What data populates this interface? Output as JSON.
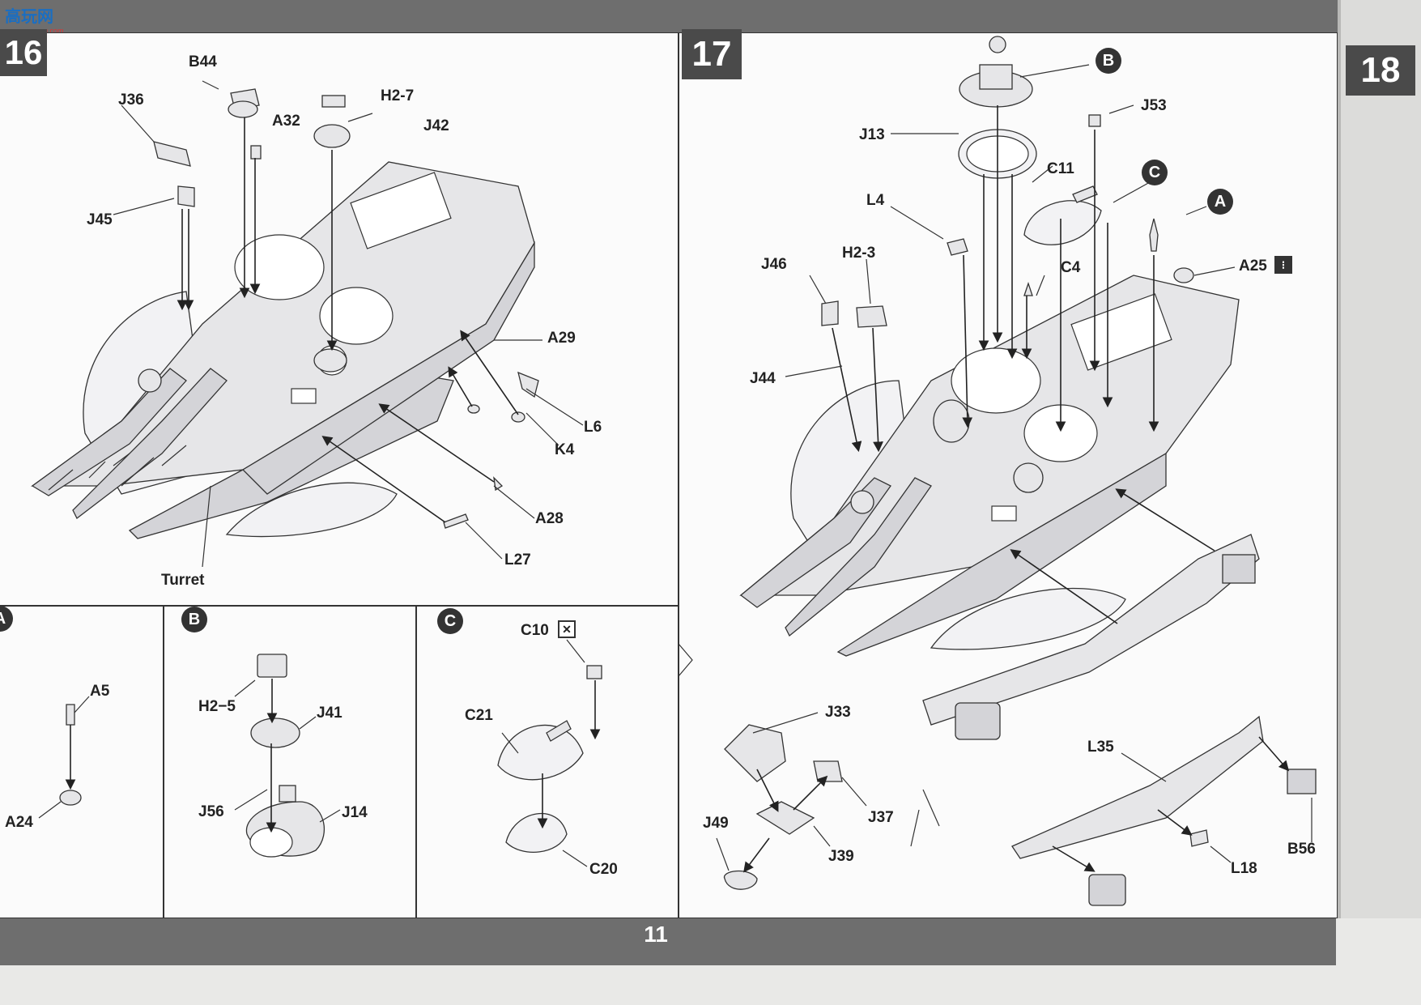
{
  "watermark": {
    "text": "高玩网",
    "sub": "gaowanwang.com"
  },
  "page_number": "11",
  "steps": [
    {
      "number": "16"
    },
    {
      "number": "17"
    },
    {
      "number": "18"
    }
  ],
  "step16": {
    "labels": [
      "B44",
      "J36",
      "H2-7",
      "A32",
      "J42",
      "J45",
      "A29",
      "L6",
      "K4",
      "A28",
      "L27",
      "Turret"
    ]
  },
  "subassemblies": {
    "A": {
      "tag": "A",
      "labels": [
        "A5",
        "A24"
      ]
    },
    "B": {
      "tag": "B",
      "labels": [
        "H2−5",
        "J41",
        "J56",
        "J14"
      ]
    },
    "C": {
      "tag": "C",
      "labels": [
        "C10",
        "C21",
        "C20"
      ]
    }
  },
  "step17": {
    "tags": [
      "B",
      "C",
      "A"
    ],
    "labels": [
      "J53",
      "J13",
      "C11",
      "L4",
      "J46",
      "H2-3",
      "C4",
      "A25",
      "J44"
    ]
  },
  "detail_suspension": {
    "labels": [
      "J33",
      "J37",
      "J49",
      "J39"
    ]
  },
  "detail_frame": {
    "labels": [
      "L35",
      "B56",
      "L18"
    ]
  },
  "icons": {
    "optional_mark": "option-mark-icon",
    "cross_mark": "cross-box-icon"
  }
}
